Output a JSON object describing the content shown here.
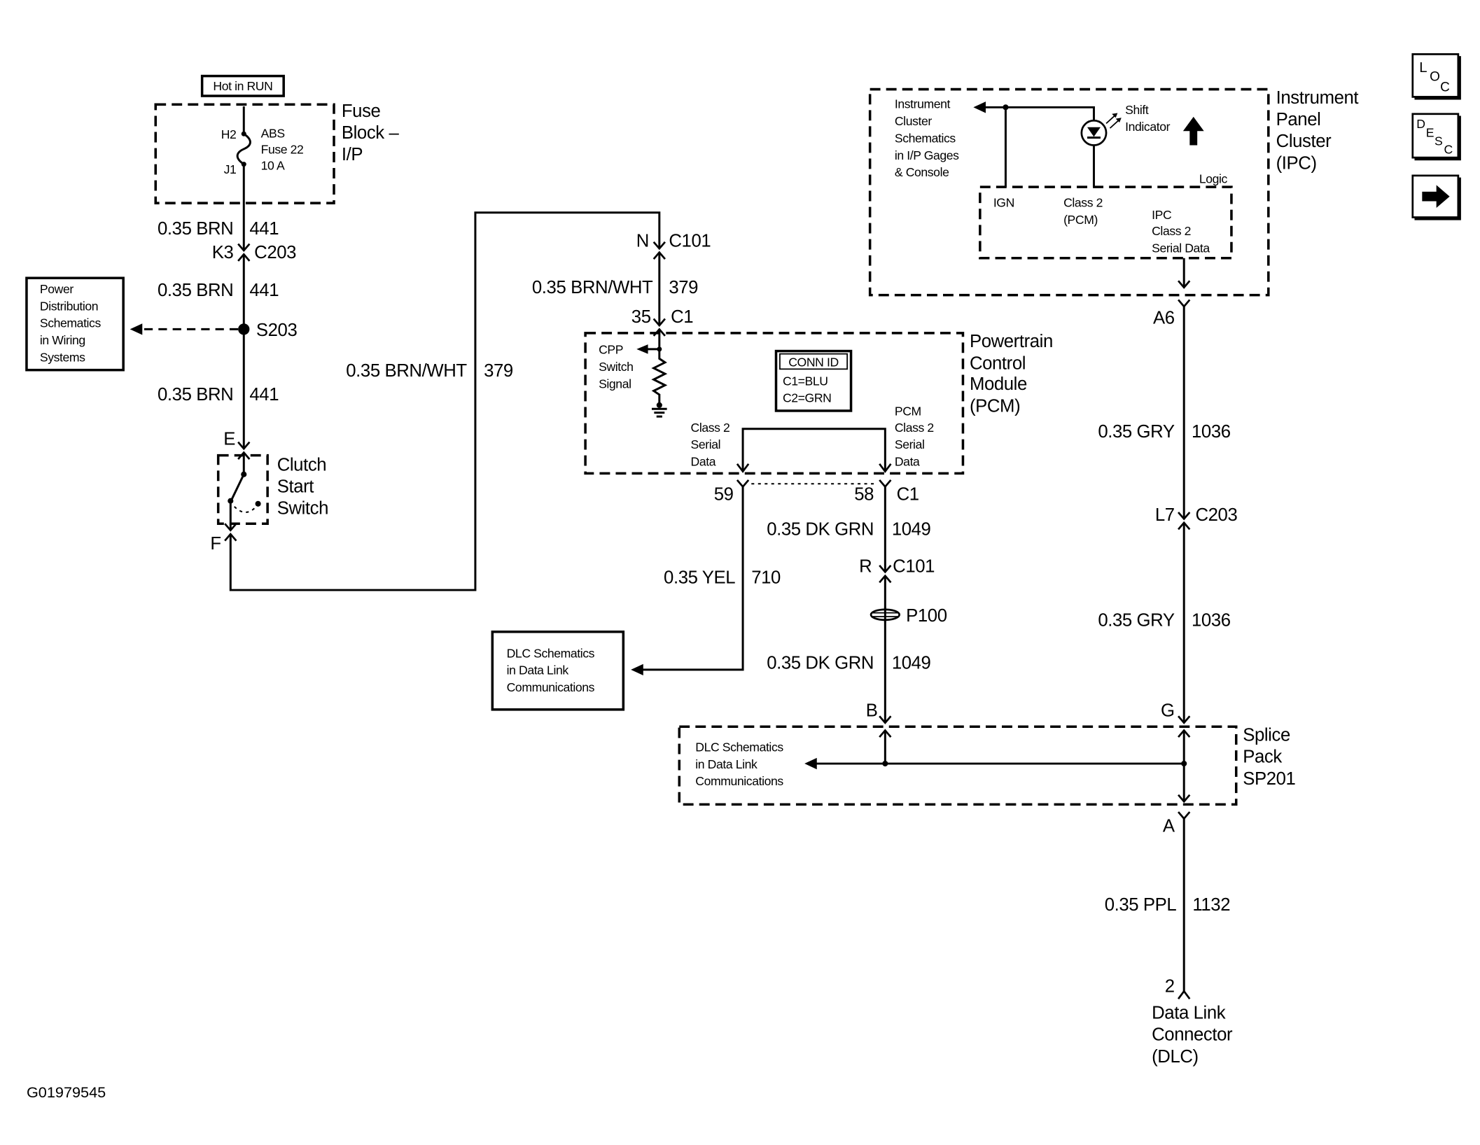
{
  "colors": {
    "ink": "#000000",
    "paper": "#ffffff"
  },
  "fuse_block": {
    "hot_label": "Hot in RUN",
    "pin_in": "H2",
    "pin_out": "J1",
    "fuse_lines": [
      "ABS",
      "Fuse 22",
      "10 A"
    ],
    "title_lines": [
      "Fuse",
      "Block –",
      "I/P"
    ]
  },
  "wire_441_top": {
    "size_color": "0.35 BRN",
    "circuit": "441"
  },
  "conn_c203_k3": {
    "pin": "K3",
    "connector": "C203"
  },
  "wire_441_mid": {
    "size_color": "0.35 BRN",
    "circuit": "441"
  },
  "splice_s203": {
    "label": "S203"
  },
  "power_distribution_ref": {
    "lines": [
      "Power",
      "Distribution",
      "Schematics",
      "in Wiring",
      "Systems"
    ]
  },
  "wire_441_bottom": {
    "size_color": "0.35 BRN",
    "circuit": "441"
  },
  "clutch_switch": {
    "pin_top": "E",
    "pin_bottom": "F",
    "title_lines": [
      "Clutch",
      "Start",
      "Switch"
    ]
  },
  "wire_379_long": {
    "size_color": "0.35 BRN/WHT",
    "circuit": "379"
  },
  "conn_c101_n": {
    "pin": "N",
    "connector": "C101"
  },
  "wire_379_short": {
    "size_color": "0.35 BRN/WHT",
    "circuit": "379"
  },
  "pcm": {
    "conn_top": {
      "pin": "35",
      "connector": "C1"
    },
    "cpp_lines": [
      "CPP",
      "Switch",
      "Signal"
    ],
    "conn_id": {
      "header": "CONN ID",
      "lines": [
        "C1=BLU",
        "C2=GRN"
      ]
    },
    "class2_left_lines": [
      "Class 2",
      "Serial",
      "Data"
    ],
    "class2_right_lines": [
      "PCM",
      "Class 2",
      "Serial",
      "Data"
    ],
    "title_lines": [
      "Powertrain",
      "Control",
      "Module",
      "(PCM)"
    ],
    "conn_bottom": {
      "pin_left": "59",
      "pin_right": "58",
      "connector": "C1"
    }
  },
  "wire_710": {
    "size_color": "0.35 YEL",
    "circuit": "710"
  },
  "dlc_ref_left": {
    "lines": [
      "DLC Schematics",
      "in Data Link",
      "Communications"
    ]
  },
  "wire_1049_top": {
    "size_color": "0.35 DK GRN",
    "circuit": "1049"
  },
  "conn_c101_r": {
    "pin": "R",
    "connector": "C101"
  },
  "splice_p100": {
    "label": "P100"
  },
  "wire_1049_bottom": {
    "size_color": "0.35 DK GRN",
    "circuit": "1049"
  },
  "ipc": {
    "ref_lines": [
      "Instrument",
      "Cluster",
      "Schematics",
      "in I/P Gages",
      "& Console"
    ],
    "shift_lines": [
      "Shift",
      "Indicator"
    ],
    "shift_icon": "up-arrow-icon",
    "logic_label": "Logic",
    "ign_label": "IGN",
    "class2_pcm_lines": [
      "Class 2",
      "(PCM)"
    ],
    "serial_lines": [
      "IPC",
      "Class 2",
      "Serial Data"
    ],
    "title_lines": [
      "Instrument",
      "Panel",
      "Cluster",
      "(IPC)"
    ],
    "pin": "A6"
  },
  "wire_1036_top": {
    "size_color": "0.35 GRY",
    "circuit": "1036"
  },
  "conn_c203_l7": {
    "pin": "L7",
    "connector": "C203"
  },
  "wire_1036_bottom": {
    "size_color": "0.35 GRY",
    "circuit": "1036"
  },
  "splice_pack": {
    "pin_b": "B",
    "pin_g": "G",
    "pin_a": "A",
    "ref_lines": [
      "DLC Schematics",
      "in Data Link",
      "Communications"
    ],
    "title_lines": [
      "Splice",
      "Pack",
      "SP201"
    ]
  },
  "wire_1132": {
    "size_color": "0.35 PPL",
    "circuit": "1132"
  },
  "dlc": {
    "pin": "2",
    "title_lines": [
      "Data Link",
      "Connector",
      "(DLC)"
    ]
  },
  "nav": {
    "loc_letters": [
      "L",
      "O",
      "C"
    ],
    "desc_letters": [
      "D",
      "E",
      "S",
      "C"
    ],
    "next_icon": "right-arrow-icon"
  },
  "figure_id": "G01979545"
}
